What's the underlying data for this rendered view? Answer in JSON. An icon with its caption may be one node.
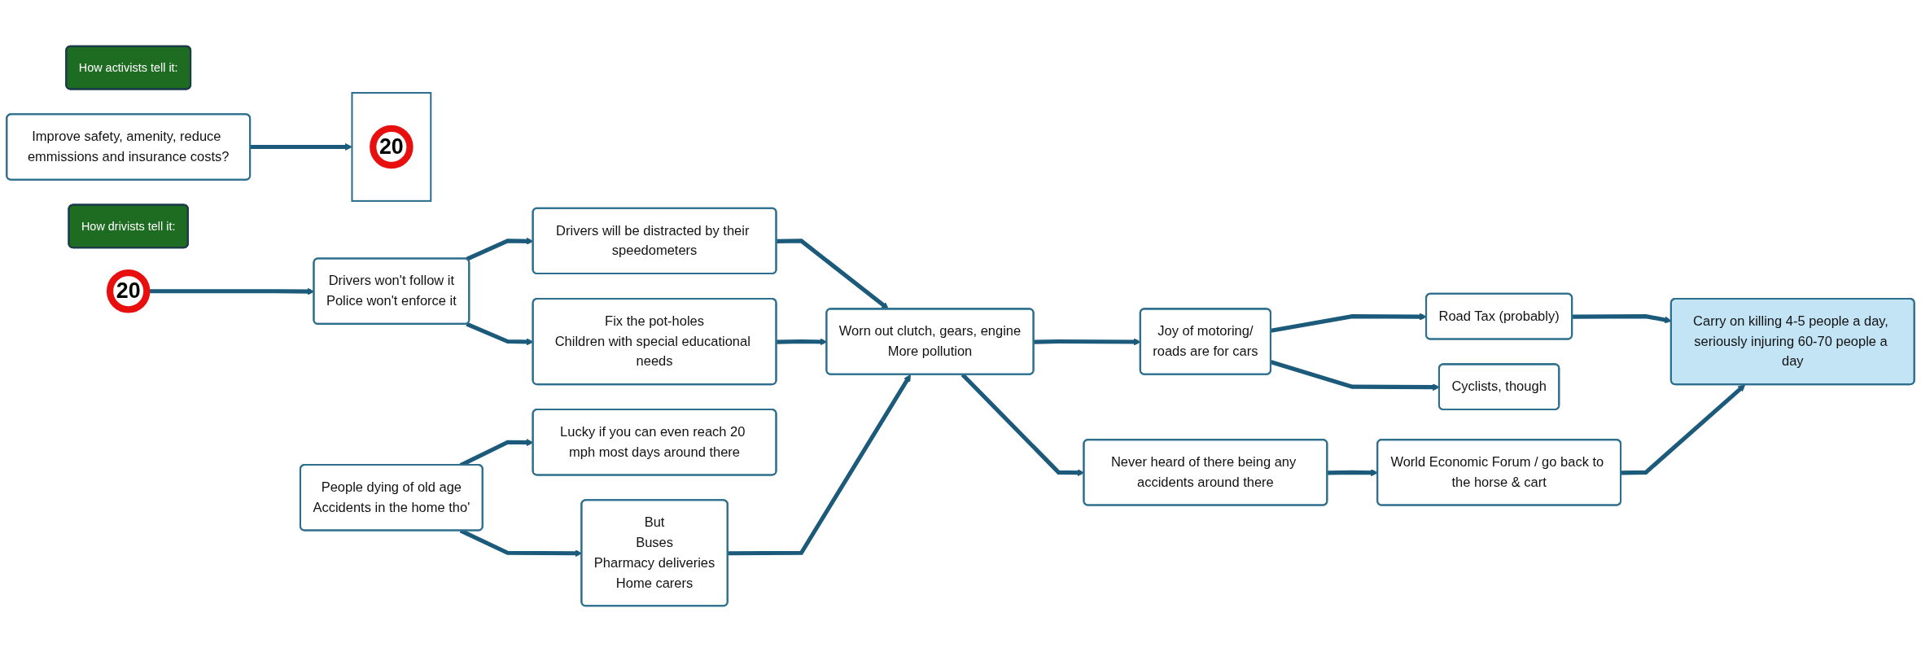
{
  "diagram": {
    "nodes": [
      {
        "text": [
          "How activists tell it:"
        ]
      },
      {
        "text": [
          "Improve safety, amenity, reduce emmissions and insurance costs?"
        ]
      },
      {
        "text": [],
        "shape": "box"
      },
      {
        "text": [
          "20"
        ],
        "in": 2
      },
      {
        "text": [
          "How drivists tell it:"
        ]
      },
      {
        "text": [
          "20"
        ]
      },
      {
        "text": [
          "Drivers won't follow it",
          "Police won't enforce it"
        ]
      },
      {
        "text": [
          "Drivers will be distracted by their speedometers"
        ]
      },
      {
        "text": [
          "Joy of motoring/",
          "roads are for cars"
        ]
      },
      {
        "text": [
          "Road Tax (probably)"
        ]
      },
      {
        "text": [
          "People dying of old age",
          "Accidents in the home tho'"
        ]
      },
      {
        "text": [
          "Fix the pot-holes",
          "Children with special educational needs"
        ]
      },
      {
        "text": [
          "Worn out clutch, gears, engine",
          "More pollution"
        ]
      },
      {
        "text": [
          "Cyclists, though"
        ]
      },
      {
        "text": [
          "Carry on killing 4-5 people a day, seriously injuring 60-70 people a day"
        ]
      },
      {
        "text": [
          "Lucky if you can even reach 20 mph most days around there"
        ]
      },
      {
        "text": [
          "But",
          "Buses",
          "Pharmacy deliveries",
          "Home carers"
        ]
      },
      {
        "text": [
          "Never heard of there being any accidents around there"
        ]
      },
      {
        "text": [
          "World Economic Forum / go back to the horse & cart"
        ]
      }
    ],
    "edges": [
      {
        "from": 1,
        "to": 2,
        "arrow": "to"
      },
      {
        "from": 5,
        "to": 6,
        "arrow": "to"
      },
      {
        "from": 6,
        "to": 7,
        "arrow": "to"
      },
      {
        "from": 6,
        "to": 11,
        "arrow": "to"
      },
      {
        "from": 7,
        "to": 12,
        "arrow": "to"
      },
      {
        "from": 11,
        "to": 12,
        "arrow": "to"
      },
      {
        "from": 12,
        "to": 8,
        "arrow": "to"
      },
      {
        "from": 8,
        "to": 9,
        "arrow": "to"
      },
      {
        "from": 8,
        "to": 13,
        "arrow": "to"
      },
      {
        "from": 9,
        "to": 14,
        "arrow": "to"
      },
      {
        "from": 10,
        "to": 15,
        "arrow": "to"
      },
      {
        "from": 10,
        "to": 16,
        "arrow": "to"
      },
      {
        "from": 16,
        "to": 12,
        "arrow": "to"
      },
      {
        "from": 12,
        "to": 17,
        "arrow": "to"
      },
      {
        "from": 17,
        "to": 18,
        "arrow": "to"
      },
      {
        "from": 18,
        "to": 14,
        "arrow": "to"
      }
    ]
  }
}
